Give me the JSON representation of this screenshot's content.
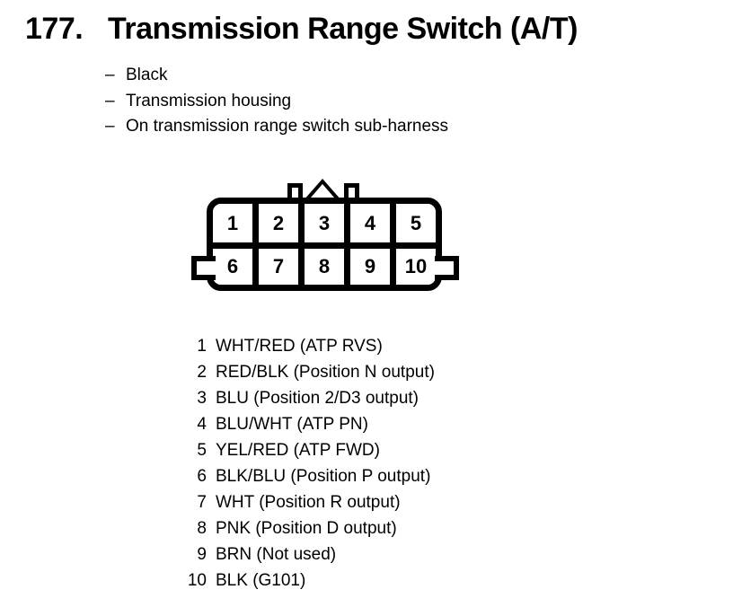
{
  "colors": {
    "ink": "#000000",
    "paper": "#ffffff"
  },
  "header": {
    "item_number": "177.",
    "title": "Transmission Range Switch (A/T)",
    "bullet_char": "–",
    "notes": [
      "Black",
      "Transmission housing",
      "On transmission range switch sub-harness"
    ]
  },
  "connector": {
    "rows": 2,
    "columns": 5,
    "top_row_pins": [
      "1",
      "2",
      "3",
      "4",
      "5"
    ],
    "bottom_row_pins": [
      "6",
      "7",
      "8",
      "9",
      "10"
    ]
  },
  "pin_list": [
    {
      "pin": "1",
      "label": "WHT/RED (ATP RVS)"
    },
    {
      "pin": "2",
      "label": "RED/BLK (Position N output)"
    },
    {
      "pin": "3",
      "label": "BLU (Position 2/D3 output)"
    },
    {
      "pin": "4",
      "label": "BLU/WHT (ATP PN)"
    },
    {
      "pin": "5",
      "label": "YEL/RED (ATP FWD)"
    },
    {
      "pin": "6",
      "label": "BLK/BLU (Position P output)"
    },
    {
      "pin": "7",
      "label": "WHT (Position R output)"
    },
    {
      "pin": "8",
      "label": "PNK (Position D output)"
    },
    {
      "pin": "9",
      "label": "BRN (Not used)"
    },
    {
      "pin": "10",
      "label": "BLK (G101)"
    }
  ]
}
